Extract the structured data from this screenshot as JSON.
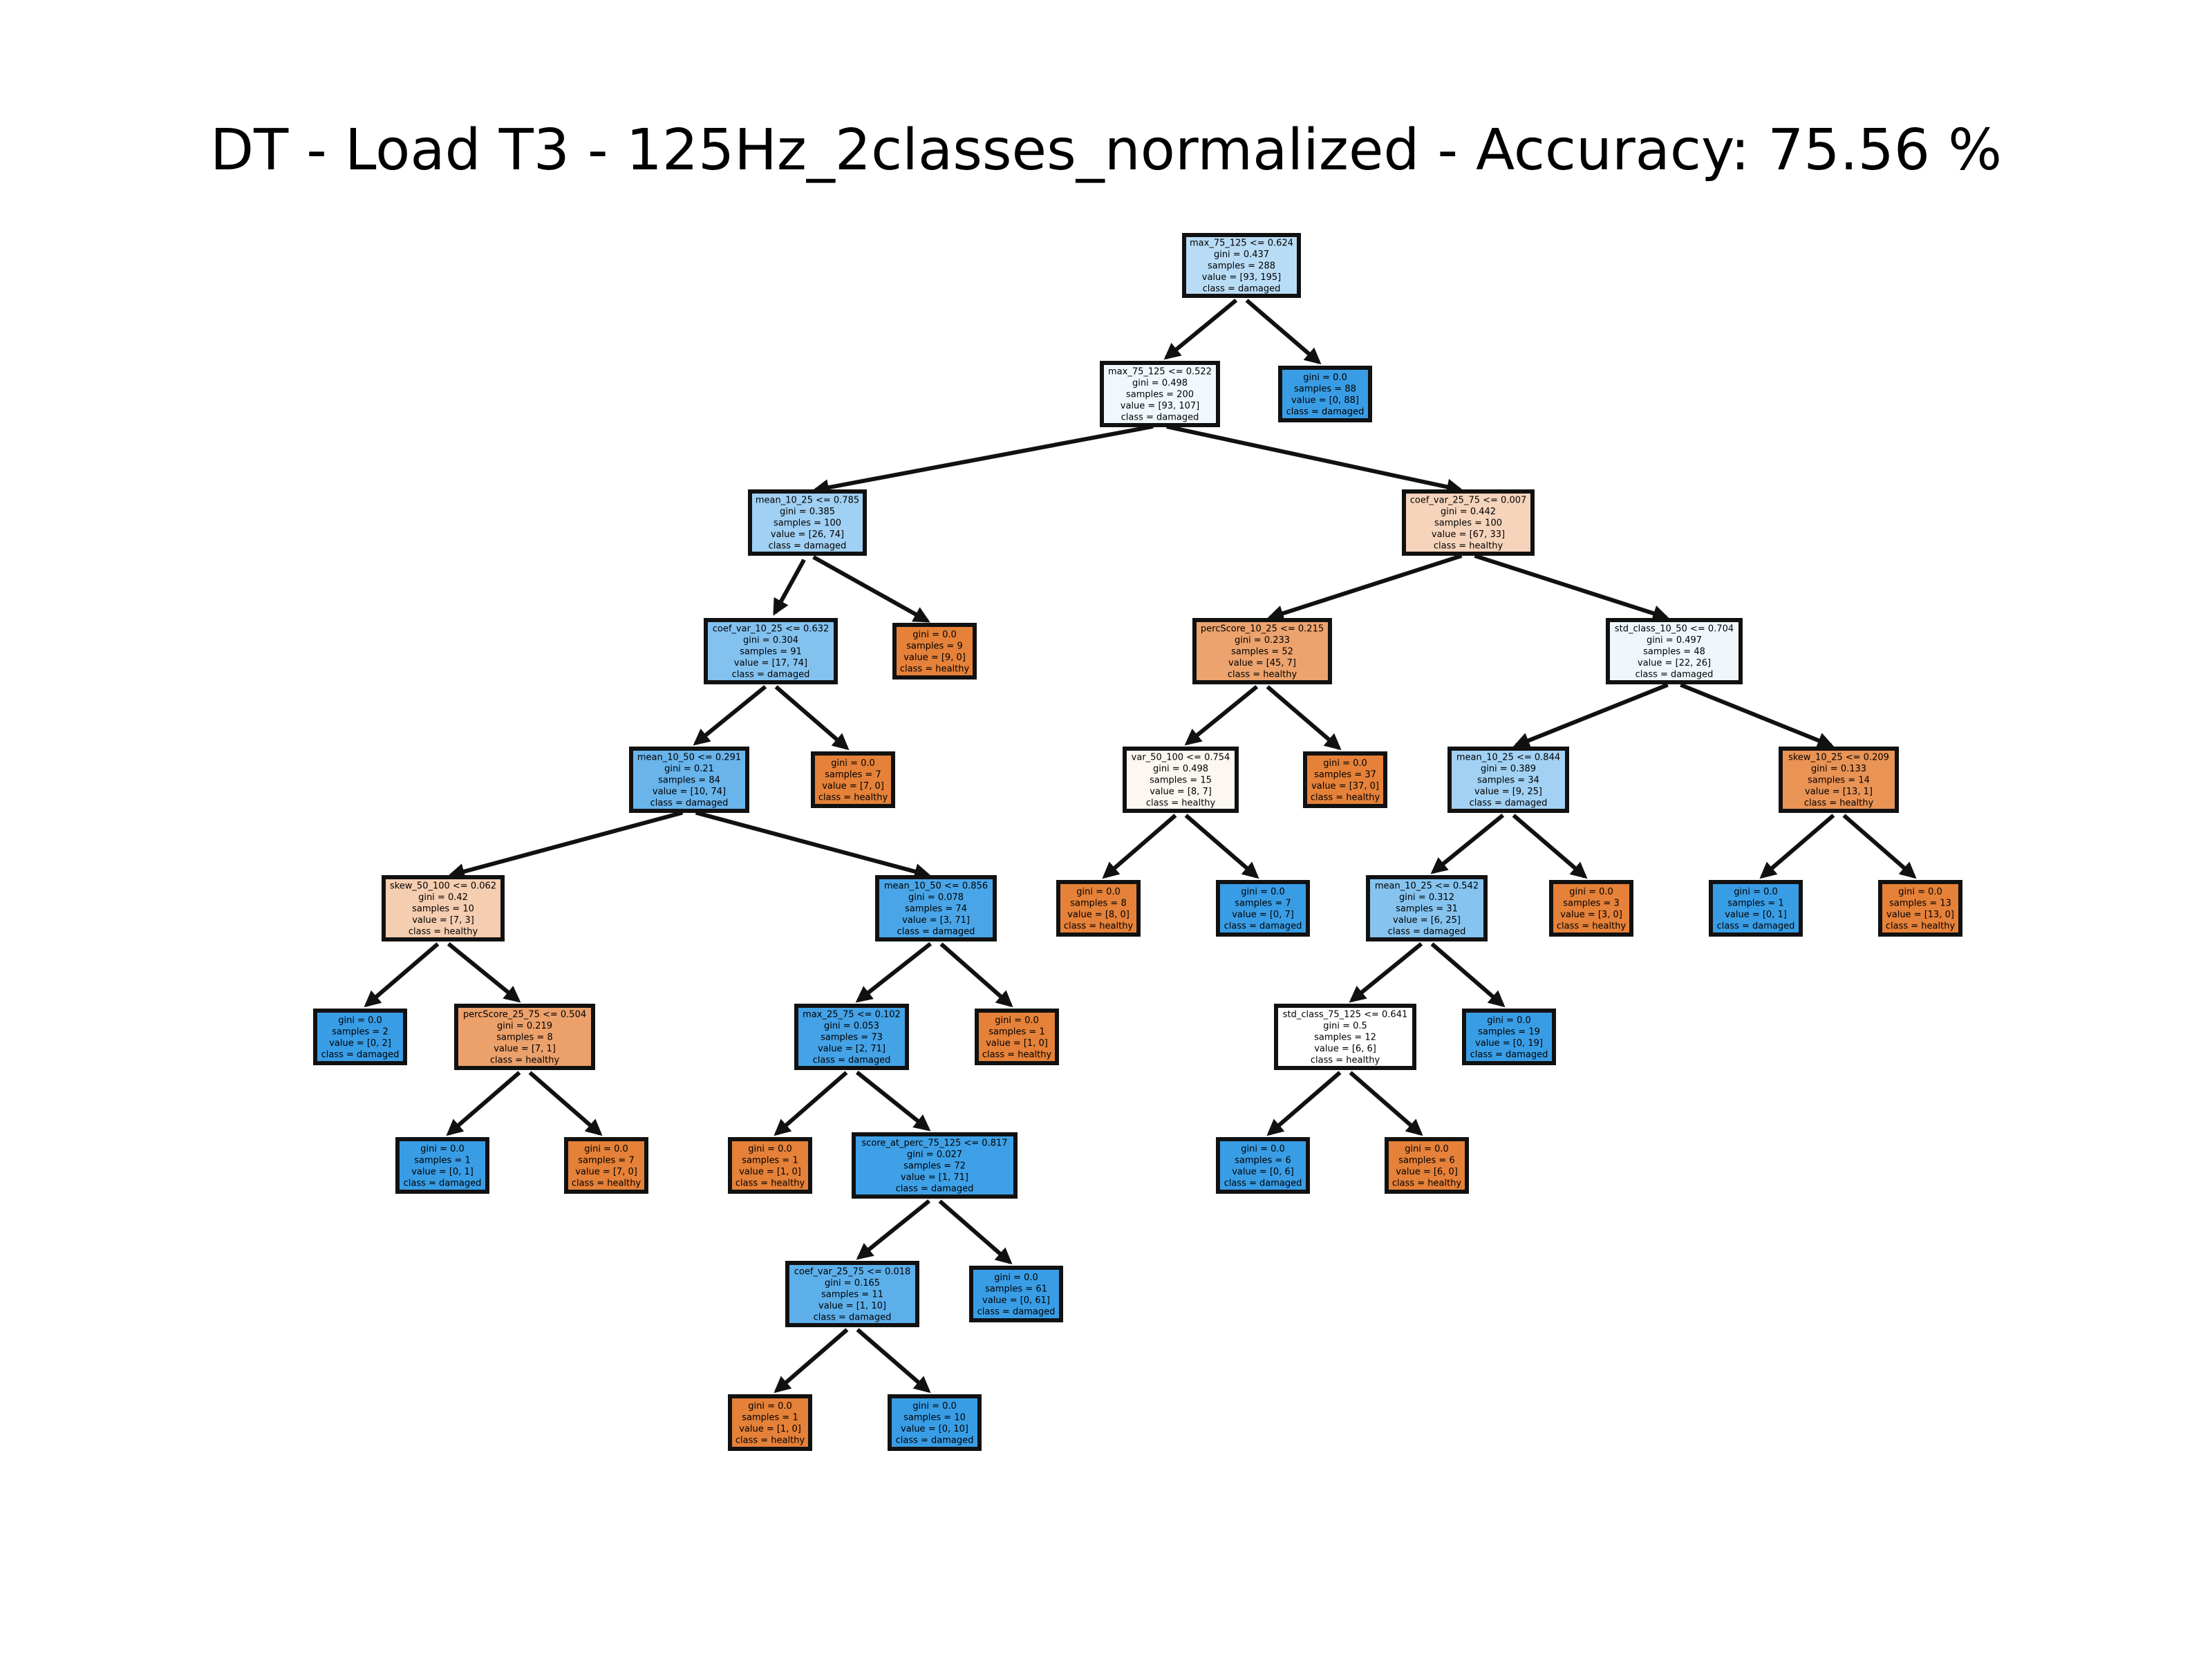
{
  "title": "DT - Load T3 - 125Hz_2classes_normalized - Accuracy: 75.56 %",
  "colors": {
    "healthy_strong": "#e58139",
    "damaged_strong": "#399de5",
    "edge": "#111111",
    "border": "#111111"
  },
  "nodes": [
    {
      "id": "n0",
      "lines": [
        "max_75_125 <= 0.624",
        "gini = 0.437",
        "samples = 288",
        "value = [93, 195]",
        "class = damaged"
      ],
      "value": [
        93,
        195
      ]
    },
    {
      "id": "n1",
      "lines": [
        "max_75_125 <= 0.522",
        "gini = 0.498",
        "samples = 200",
        "value = [93, 107]",
        "class = damaged"
      ],
      "value": [
        93,
        107
      ]
    },
    {
      "id": "n2",
      "lines": [
        "gini = 0.0",
        "samples = 88",
        "value = [0, 88]",
        "class = damaged"
      ],
      "value": [
        0,
        88
      ]
    },
    {
      "id": "n3",
      "lines": [
        "mean_10_25 <= 0.785",
        "gini = 0.385",
        "samples = 100",
        "value = [26, 74]",
        "class = damaged"
      ],
      "value": [
        26,
        74
      ]
    },
    {
      "id": "n4",
      "lines": [
        "coef_var_25_75 <= 0.007",
        "gini = 0.442",
        "samples = 100",
        "value = [67, 33]",
        "class = healthy"
      ],
      "value": [
        67,
        33
      ]
    },
    {
      "id": "n5",
      "lines": [
        "coef_var_10_25 <= 0.632",
        "gini = 0.304",
        "samples = 91",
        "value = [17, 74]",
        "class = damaged"
      ],
      "value": [
        17,
        74
      ]
    },
    {
      "id": "n6",
      "lines": [
        "gini = 0.0",
        "samples = 9",
        "value = [9, 0]",
        "class = healthy"
      ],
      "value": [
        9,
        0
      ]
    },
    {
      "id": "n7",
      "lines": [
        "percScore_10_25 <= 0.215",
        "gini = 0.233",
        "samples = 52",
        "value = [45, 7]",
        "class = healthy"
      ],
      "value": [
        45,
        7
      ]
    },
    {
      "id": "n8",
      "lines": [
        "std_class_10_50 <= 0.704",
        "gini = 0.497",
        "samples = 48",
        "value = [22, 26]",
        "class = damaged"
      ],
      "value": [
        22,
        26
      ]
    },
    {
      "id": "n9",
      "lines": [
        "mean_10_50 <= 0.291",
        "gini = 0.21",
        "samples = 84",
        "value = [10, 74]",
        "class = damaged"
      ],
      "value": [
        10,
        74
      ]
    },
    {
      "id": "n10",
      "lines": [
        "gini = 0.0",
        "samples = 7",
        "value = [7, 0]",
        "class = healthy"
      ],
      "value": [
        7,
        0
      ]
    },
    {
      "id": "n11",
      "lines": [
        "var_50_100 <= 0.754",
        "gini = 0.498",
        "samples = 15",
        "value = [8, 7]",
        "class = healthy"
      ],
      "value": [
        8,
        7
      ]
    },
    {
      "id": "n12",
      "lines": [
        "gini = 0.0",
        "samples = 37",
        "value = [37, 0]",
        "class = healthy"
      ],
      "value": [
        37,
        0
      ]
    },
    {
      "id": "n13",
      "lines": [
        "mean_10_25 <= 0.844",
        "gini = 0.389",
        "samples = 34",
        "value = [9, 25]",
        "class = damaged"
      ],
      "value": [
        9,
        25
      ]
    },
    {
      "id": "n14",
      "lines": [
        "skew_10_25 <= 0.209",
        "gini = 0.133",
        "samples = 14",
        "value = [13, 1]",
        "class = healthy"
      ],
      "value": [
        13,
        1
      ]
    },
    {
      "id": "n15",
      "lines": [
        "skew_50_100 <= 0.062",
        "gini = 0.42",
        "samples = 10",
        "value = [7, 3]",
        "class = healthy"
      ],
      "value": [
        7,
        3
      ]
    },
    {
      "id": "n16",
      "lines": [
        "mean_10_50 <= 0.856",
        "gini = 0.078",
        "samples = 74",
        "value = [3, 71]",
        "class = damaged"
      ],
      "value": [
        3,
        71
      ]
    },
    {
      "id": "n17",
      "lines": [
        "gini = 0.0",
        "samples = 8",
        "value = [8, 0]",
        "class = healthy"
      ],
      "value": [
        8,
        0
      ]
    },
    {
      "id": "n18",
      "lines": [
        "gini = 0.0",
        "samples = 7",
        "value = [0, 7]",
        "class = damaged"
      ],
      "value": [
        0,
        7
      ]
    },
    {
      "id": "n19",
      "lines": [
        "mean_10_25 <= 0.542",
        "gini = 0.312",
        "samples = 31",
        "value = [6, 25]",
        "class = damaged"
      ],
      "value": [
        6,
        25
      ]
    },
    {
      "id": "n20",
      "lines": [
        "gini = 0.0",
        "samples = 3",
        "value = [3, 0]",
        "class = healthy"
      ],
      "value": [
        3,
        0
      ]
    },
    {
      "id": "n21",
      "lines": [
        "gini = 0.0",
        "samples = 1",
        "value = [0, 1]",
        "class = damaged"
      ],
      "value": [
        0,
        1
      ]
    },
    {
      "id": "n22",
      "lines": [
        "gini = 0.0",
        "samples = 13",
        "value = [13, 0]",
        "class = healthy"
      ],
      "value": [
        13,
        0
      ]
    },
    {
      "id": "n23",
      "lines": [
        "gini = 0.0",
        "samples = 2",
        "value = [0, 2]",
        "class = damaged"
      ],
      "value": [
        0,
        2
      ]
    },
    {
      "id": "n24",
      "lines": [
        "percScore_25_75 <= 0.504",
        "gini = 0.219",
        "samples = 8",
        "value = [7, 1]",
        "class = healthy"
      ],
      "value": [
        7,
        1
      ]
    },
    {
      "id": "n25",
      "lines": [
        "max_25_75 <= 0.102",
        "gini = 0.053",
        "samples = 73",
        "value = [2, 71]",
        "class = damaged"
      ],
      "value": [
        2,
        71
      ]
    },
    {
      "id": "n26",
      "lines": [
        "gini = 0.0",
        "samples = 1",
        "value = [1, 0]",
        "class = healthy"
      ],
      "value": [
        1,
        0
      ]
    },
    {
      "id": "n27",
      "lines": [
        "std_class_75_125 <= 0.641",
        "gini = 0.5",
        "samples = 12",
        "value = [6, 6]",
        "class = healthy"
      ],
      "value": [
        6,
        6
      ]
    },
    {
      "id": "n28",
      "lines": [
        "gini = 0.0",
        "samples = 19",
        "value = [0, 19]",
        "class = damaged"
      ],
      "value": [
        0,
        19
      ]
    },
    {
      "id": "n29",
      "lines": [
        "gini = 0.0",
        "samples = 1",
        "value = [0, 1]",
        "class = damaged"
      ],
      "value": [
        0,
        1
      ]
    },
    {
      "id": "n30",
      "lines": [
        "gini = 0.0",
        "samples = 7",
        "value = [7, 0]",
        "class = healthy"
      ],
      "value": [
        7,
        0
      ]
    },
    {
      "id": "n31",
      "lines": [
        "gini = 0.0",
        "samples = 1",
        "value = [1, 0]",
        "class = healthy"
      ],
      "value": [
        1,
        0
      ]
    },
    {
      "id": "n32",
      "lines": [
        "score_at_perc_75_125 <= 0.817",
        "gini = 0.027",
        "samples = 72",
        "value = [1, 71]",
        "class = damaged"
      ],
      "value": [
        1,
        71
      ]
    },
    {
      "id": "n33",
      "lines": [
        "gini = 0.0",
        "samples = 6",
        "value = [0, 6]",
        "class = damaged"
      ],
      "value": [
        0,
        6
      ]
    },
    {
      "id": "n34",
      "lines": [
        "gini = 0.0",
        "samples = 6",
        "value = [6, 0]",
        "class = healthy"
      ],
      "value": [
        6,
        0
      ]
    },
    {
      "id": "n35",
      "lines": [
        "coef_var_25_75 <= 0.018",
        "gini = 0.165",
        "samples = 11",
        "value = [1, 10]",
        "class = damaged"
      ],
      "value": [
        1,
        10
      ]
    },
    {
      "id": "n36",
      "lines": [
        "gini = 0.0",
        "samples = 61",
        "value = [0, 61]",
        "class = damaged"
      ],
      "value": [
        0,
        61
      ]
    },
    {
      "id": "n37",
      "lines": [
        "gini = 0.0",
        "samples = 1",
        "value = [1, 0]",
        "class = healthy"
      ],
      "value": [
        1,
        0
      ]
    },
    {
      "id": "n38",
      "lines": [
        "gini = 0.0",
        "samples = 10",
        "value = [0, 10]",
        "class = damaged"
      ],
      "value": [
        0,
        10
      ]
    }
  ],
  "edges": [
    [
      "n0",
      "n1"
    ],
    [
      "n0",
      "n2"
    ],
    [
      "n1",
      "n3"
    ],
    [
      "n1",
      "n4"
    ],
    [
      "n3",
      "n5"
    ],
    [
      "n3",
      "n6"
    ],
    [
      "n4",
      "n7"
    ],
    [
      "n4",
      "n8"
    ],
    [
      "n5",
      "n9"
    ],
    [
      "n5",
      "n10"
    ],
    [
      "n7",
      "n11"
    ],
    [
      "n7",
      "n12"
    ],
    [
      "n8",
      "n13"
    ],
    [
      "n8",
      "n14"
    ],
    [
      "n9",
      "n15"
    ],
    [
      "n9",
      "n16"
    ],
    [
      "n11",
      "n17"
    ],
    [
      "n11",
      "n18"
    ],
    [
      "n13",
      "n19"
    ],
    [
      "n13",
      "n20"
    ],
    [
      "n14",
      "n21"
    ],
    [
      "n14",
      "n22"
    ],
    [
      "n15",
      "n23"
    ],
    [
      "n15",
      "n24"
    ],
    [
      "n16",
      "n25"
    ],
    [
      "n16",
      "n26"
    ],
    [
      "n19",
      "n27"
    ],
    [
      "n19",
      "n28"
    ],
    [
      "n24",
      "n29"
    ],
    [
      "n24",
      "n30"
    ],
    [
      "n25",
      "n31"
    ],
    [
      "n25",
      "n32"
    ],
    [
      "n27",
      "n33"
    ],
    [
      "n27",
      "n34"
    ],
    [
      "n32",
      "n35"
    ],
    [
      "n32",
      "n36"
    ],
    [
      "n35",
      "n37"
    ],
    [
      "n35",
      "n38"
    ]
  ]
}
